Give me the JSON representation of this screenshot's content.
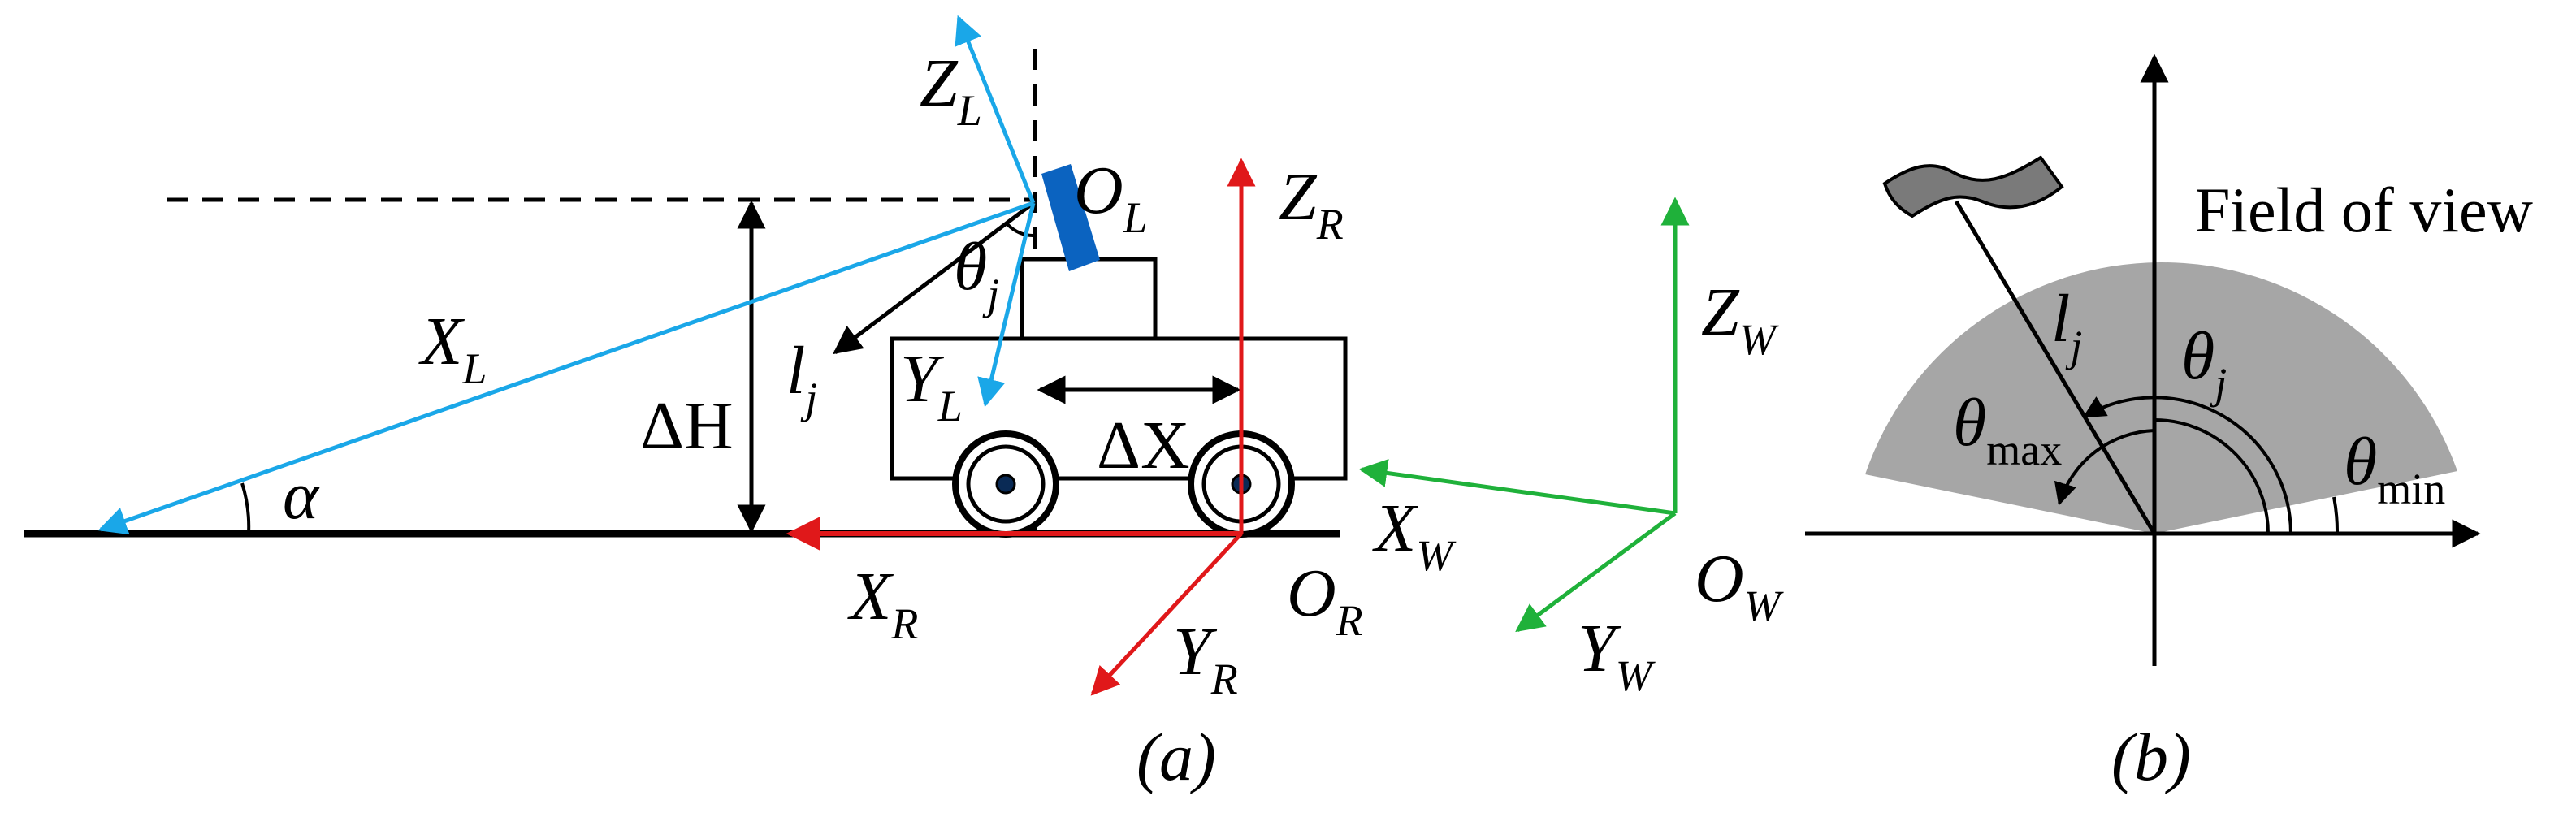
{
  "panel_a": {
    "caption": "(a)",
    "labels": {
      "z_l": {
        "main": "Z",
        "sub": "L"
      },
      "o_l": {
        "main": "O",
        "sub": "L"
      },
      "x_l": {
        "main": "X",
        "sub": "L"
      },
      "theta_j": {
        "main": "θ",
        "sub": "j"
      },
      "l_j": {
        "main": "l",
        "sub": "j"
      },
      "y_l": {
        "main": "Y",
        "sub": "L"
      },
      "delta_h": {
        "main": "ΔH"
      },
      "delta_x": {
        "main": "ΔX"
      },
      "alpha": {
        "main": "α"
      },
      "z_r": {
        "main": "Z",
        "sub": "R"
      },
      "x_r": {
        "main": "X",
        "sub": "R"
      },
      "y_r": {
        "main": "Y",
        "sub": "R"
      },
      "o_r": {
        "main": "O",
        "sub": "R"
      },
      "z_w": {
        "main": "Z",
        "sub": "W"
      },
      "x_w": {
        "main": "X",
        "sub": "W"
      },
      "y_w": {
        "main": "Y",
        "sub": "W"
      },
      "o_w": {
        "main": "O",
        "sub": "W"
      }
    }
  },
  "panel_b": {
    "caption": "(b)",
    "field_of_view": "Field of view",
    "labels": {
      "l_j": {
        "main": "l",
        "sub": "j"
      },
      "theta_j": {
        "main": "θ",
        "sub": "j"
      },
      "theta_max": {
        "main": "θ",
        "sub": "max"
      },
      "theta_min": {
        "main": "θ",
        "sub": "min"
      }
    }
  },
  "colors": {
    "lidar_blue": "#1aa7e8",
    "robot_red": "#e0181a",
    "world_green": "#1fb13a",
    "sensor_blue": "#0b63c0",
    "fov_gray": "#a6a6a6",
    "flag_gray": "#7a7a7a"
  }
}
